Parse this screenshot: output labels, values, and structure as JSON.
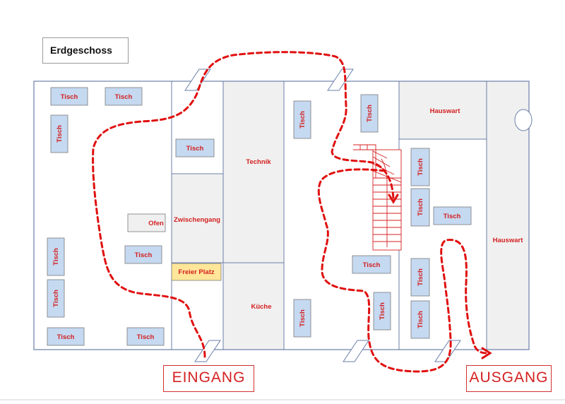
{
  "title": "Erdgeschoss",
  "labels": {
    "tisch": "Tisch",
    "ofen": "Ofen",
    "zwischengang": "Zwischengang",
    "freier_platz": "Freier Platz",
    "technik": "Technik",
    "kueche": "Küche",
    "hauswart": "Hauswart"
  },
  "entrance": "EINGANG",
  "exit": "AUSGANG",
  "colors": {
    "table_fill": "#c5d9f1",
    "table_stroke": "#7a7a7a",
    "room_gray": "#f0f0f0",
    "wall": "#6b7fa8",
    "label_red": "#d42020",
    "highlight_fill": "#ffe699",
    "route_red": "#e01010"
  }
}
